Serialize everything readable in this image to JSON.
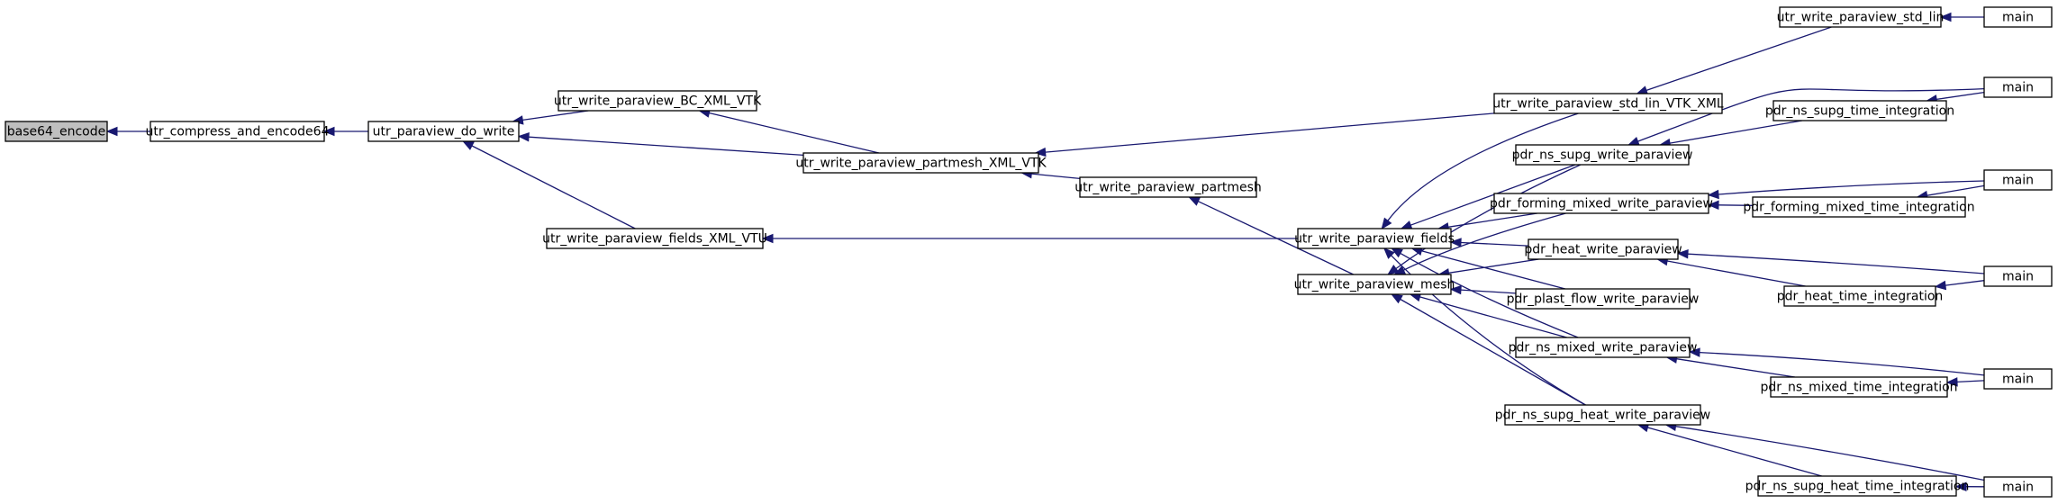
{
  "diagram": {
    "type": "call-graph",
    "colors": {
      "edge": "#191970",
      "root_fill": "#bfbfbf",
      "node_fill": "#ffffff",
      "border": "#000000"
    },
    "nodes": [
      {
        "id": "base64_encode",
        "label": "base64_encode",
        "root": true
      },
      {
        "id": "utr_compress_and_encode64",
        "label": "utr_compress_and_encode64"
      },
      {
        "id": "utr_paraview_do_write",
        "label": "utr_paraview_do_write"
      },
      {
        "id": "utr_write_paraview_BC_XML_VTK",
        "label": "utr_write_paraview_BC_XML_VTK"
      },
      {
        "id": "utr_write_paraview_fields_XML_VTU",
        "label": "utr_write_paraview_fields_XML_VTU"
      },
      {
        "id": "utr_write_paraview_partmesh_XML_VTK",
        "label": "utr_write_paraview_partmesh_XML_VTK"
      },
      {
        "id": "utr_write_paraview_partmesh",
        "label": "utr_write_paraview_partmesh"
      },
      {
        "id": "utr_write_paraview_fields",
        "label": "utr_write_paraview_fields"
      },
      {
        "id": "utr_write_paraview_mesh",
        "label": "utr_write_paraview_mesh"
      },
      {
        "id": "utr_write_paraview_std_lin_VTK_XML",
        "label": "utr_write_paraview_std_lin_VTK_XML"
      },
      {
        "id": "utr_write_paraview_std_lin",
        "label": "utr_write_paraview_std_lin"
      },
      {
        "id": "pdr_ns_supg_write_paraview",
        "label": "pdr_ns_supg_write_paraview"
      },
      {
        "id": "pdr_forming_mixed_write_paraview",
        "label": "pdr_forming_mixed_write_paraview"
      },
      {
        "id": "pdr_heat_write_paraview",
        "label": "pdr_heat_write_paraview"
      },
      {
        "id": "pdr_plast_flow_write_paraview",
        "label": "pdr_plast_flow_write_paraview"
      },
      {
        "id": "pdr_ns_mixed_write_paraview",
        "label": "pdr_ns_mixed_write_paraview"
      },
      {
        "id": "pdr_ns_supg_heat_write_paraview",
        "label": "pdr_ns_supg_heat_write_paraview"
      },
      {
        "id": "pdr_ns_supg_time_integration",
        "label": "pdr_ns_supg_time_integration"
      },
      {
        "id": "pdr_forming_mixed_time_integration",
        "label": "pdr_forming_mixed_time_integration"
      },
      {
        "id": "pdr_heat_time_integration",
        "label": "pdr_heat_time_integration"
      },
      {
        "id": "pdr_ns_mixed_time_integration",
        "label": "pdr_ns_mixed_time_integration"
      },
      {
        "id": "pdr_ns_supg_heat_time_integration",
        "label": "pdr_ns_supg_heat_time_integration"
      },
      {
        "id": "main_1",
        "label": "main"
      },
      {
        "id": "main_2",
        "label": "main"
      },
      {
        "id": "main_3",
        "label": "main"
      },
      {
        "id": "main_4",
        "label": "main"
      },
      {
        "id": "main_5",
        "label": "main"
      },
      {
        "id": "main_6",
        "label": "main"
      }
    ],
    "edges": [
      {
        "from": "utr_compress_and_encode64",
        "to": "base64_encode"
      },
      {
        "from": "utr_paraview_do_write",
        "to": "utr_compress_and_encode64"
      },
      {
        "from": "utr_write_paraview_BC_XML_VTK",
        "to": "utr_paraview_do_write"
      },
      {
        "from": "utr_write_paraview_partmesh_XML_VTK",
        "to": "utr_paraview_do_write"
      },
      {
        "from": "utr_write_paraview_fields_XML_VTU",
        "to": "utr_paraview_do_write"
      },
      {
        "from": "utr_write_paraview_partmesh_XML_VTK",
        "to": "utr_write_paraview_BC_XML_VTK"
      },
      {
        "from": "utr_write_paraview_std_lin_VTK_XML",
        "to": "utr_write_paraview_partmesh_XML_VTK"
      },
      {
        "from": "utr_write_paraview_partmesh",
        "to": "utr_write_paraview_partmesh_XML_VTK"
      },
      {
        "from": "utr_write_paraview_fields",
        "to": "utr_write_paraview_fields_XML_VTU"
      },
      {
        "from": "utr_write_paraview_mesh",
        "to": "utr_write_paraview_partmesh"
      },
      {
        "from": "utr_write_paraview_std_lin",
        "to": "utr_write_paraview_std_lin_VTK_XML"
      },
      {
        "from": "main_1",
        "to": "utr_write_paraview_std_lin"
      },
      {
        "from": "utr_write_paraview_std_lin_VTK_XML",
        "to": "utr_write_paraview_fields"
      },
      {
        "from": "pdr_ns_supg_write_paraview",
        "to": "utr_write_paraview_fields"
      },
      {
        "from": "pdr_forming_mixed_write_paraview",
        "to": "utr_write_paraview_fields"
      },
      {
        "from": "pdr_heat_write_paraview",
        "to": "utr_write_paraview_fields"
      },
      {
        "from": "pdr_plast_flow_write_paraview",
        "to": "utr_write_paraview_fields"
      },
      {
        "from": "pdr_ns_mixed_write_paraview",
        "to": "utr_write_paraview_fields"
      },
      {
        "from": "pdr_ns_supg_heat_write_paraview",
        "to": "utr_write_paraview_fields"
      },
      {
        "from": "pdr_ns_supg_write_paraview",
        "to": "utr_write_paraview_mesh"
      },
      {
        "from": "pdr_forming_mixed_write_paraview",
        "to": "utr_write_paraview_mesh"
      },
      {
        "from": "pdr_heat_write_paraview",
        "to": "utr_write_paraview_mesh"
      },
      {
        "from": "pdr_plast_flow_write_paraview",
        "to": "utr_write_paraview_mesh"
      },
      {
        "from": "pdr_ns_mixed_write_paraview",
        "to": "utr_write_paraview_mesh"
      },
      {
        "from": "pdr_ns_supg_heat_write_paraview",
        "to": "utr_write_paraview_mesh"
      },
      {
        "from": "pdr_ns_supg_time_integration",
        "to": "pdr_ns_supg_write_paraview"
      },
      {
        "from": "main_2",
        "to": "pdr_ns_supg_write_paraview"
      },
      {
        "from": "main_2",
        "to": "pdr_ns_supg_time_integration"
      },
      {
        "from": "pdr_forming_mixed_time_integration",
        "to": "pdr_forming_mixed_write_paraview"
      },
      {
        "from": "main_3",
        "to": "pdr_forming_mixed_write_paraview"
      },
      {
        "from": "main_3",
        "to": "pdr_forming_mixed_time_integration"
      },
      {
        "from": "pdr_heat_time_integration",
        "to": "pdr_heat_write_paraview"
      },
      {
        "from": "main_4",
        "to": "pdr_heat_write_paraview"
      },
      {
        "from": "main_4",
        "to": "pdr_heat_time_integration"
      },
      {
        "from": "pdr_ns_mixed_time_integration",
        "to": "pdr_ns_mixed_write_paraview"
      },
      {
        "from": "main_5",
        "to": "pdr_ns_mixed_write_paraview"
      },
      {
        "from": "main_5",
        "to": "pdr_ns_mixed_time_integration"
      },
      {
        "from": "pdr_ns_supg_heat_time_integration",
        "to": "pdr_ns_supg_heat_write_paraview"
      },
      {
        "from": "main_6",
        "to": "pdr_ns_supg_heat_write_paraview"
      },
      {
        "from": "main_6",
        "to": "pdr_ns_supg_heat_time_integration"
      }
    ]
  }
}
